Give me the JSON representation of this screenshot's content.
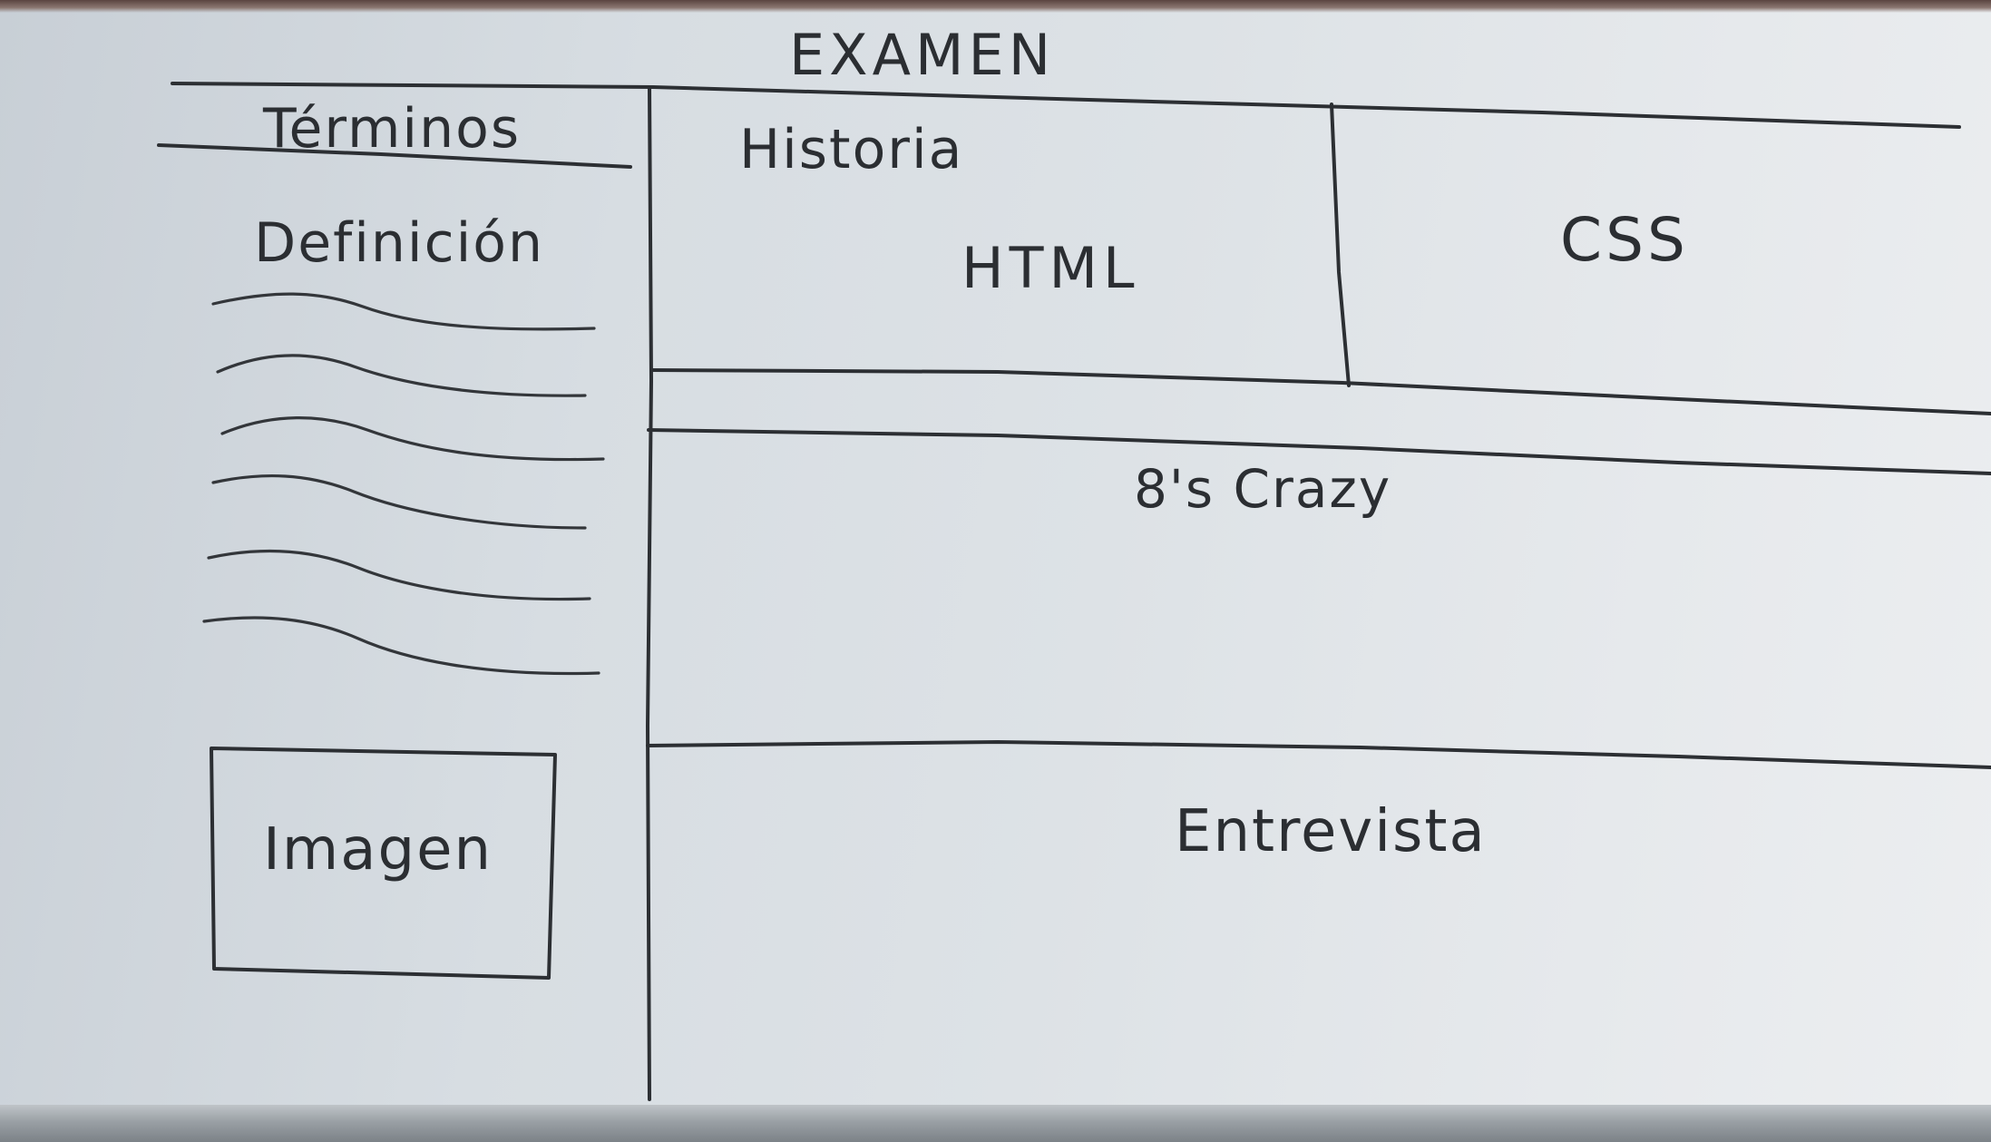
{
  "sketch": {
    "title": "EXAMEN",
    "sidebar": {
      "terms_heading": "Términos",
      "definition_label": "Definición",
      "image_placeholder": "Imagen"
    },
    "panels": {
      "history": "Historia",
      "html": "HTML",
      "css": "CSS",
      "crazy": "8's Crazy",
      "interview": "Entrevista"
    }
  }
}
